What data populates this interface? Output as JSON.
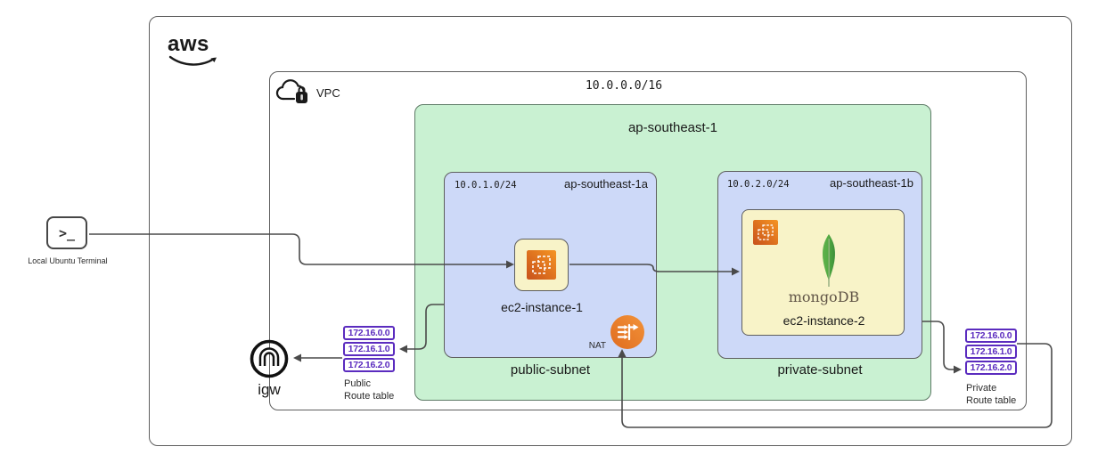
{
  "diagram": {
    "aws_logo_text": "aws",
    "terminal": {
      "glyph": ">_",
      "label": "Local Ubuntu Terminal"
    },
    "vpc": {
      "label": "VPC",
      "cidr": "10.0.0.0/16"
    },
    "region": {
      "label": "ap-southeast-1"
    },
    "public_subnet": {
      "cidr": "10.0.1.0/24",
      "az": "ap-southeast-1a",
      "label": "public-subnet",
      "instance_label": "ec2-instance-1",
      "nat_label": "NAT"
    },
    "private_subnet": {
      "cidr": "10.0.2.0/24",
      "az": "ap-southeast-1b",
      "label": "private-subnet",
      "instance_label": "ec2-instance-2",
      "mongodb_wordmark": "mongoDB"
    },
    "igw": {
      "label": "igw"
    },
    "public_route_table": {
      "title_line1": "Public",
      "title_line2": "Route table",
      "routes": [
        "172.16.0.0",
        "172.16.1.0",
        "172.16.2.0"
      ]
    },
    "private_route_table": {
      "title_line1": "Private",
      "title_line2": "Route table",
      "routes": [
        "172.16.0.0",
        "172.16.1.0",
        "172.16.2.0"
      ]
    },
    "colors": {
      "subnet_blue": "#cdd9f8",
      "region_green": "#c9f1d2",
      "instance_yellow": "#f8f3c8",
      "aws_orange": "#ed7d23",
      "route_purple": "#5b2cbf",
      "mongodb_green": "#4da53f",
      "connector_gray": "#4a4a4a"
    }
  }
}
